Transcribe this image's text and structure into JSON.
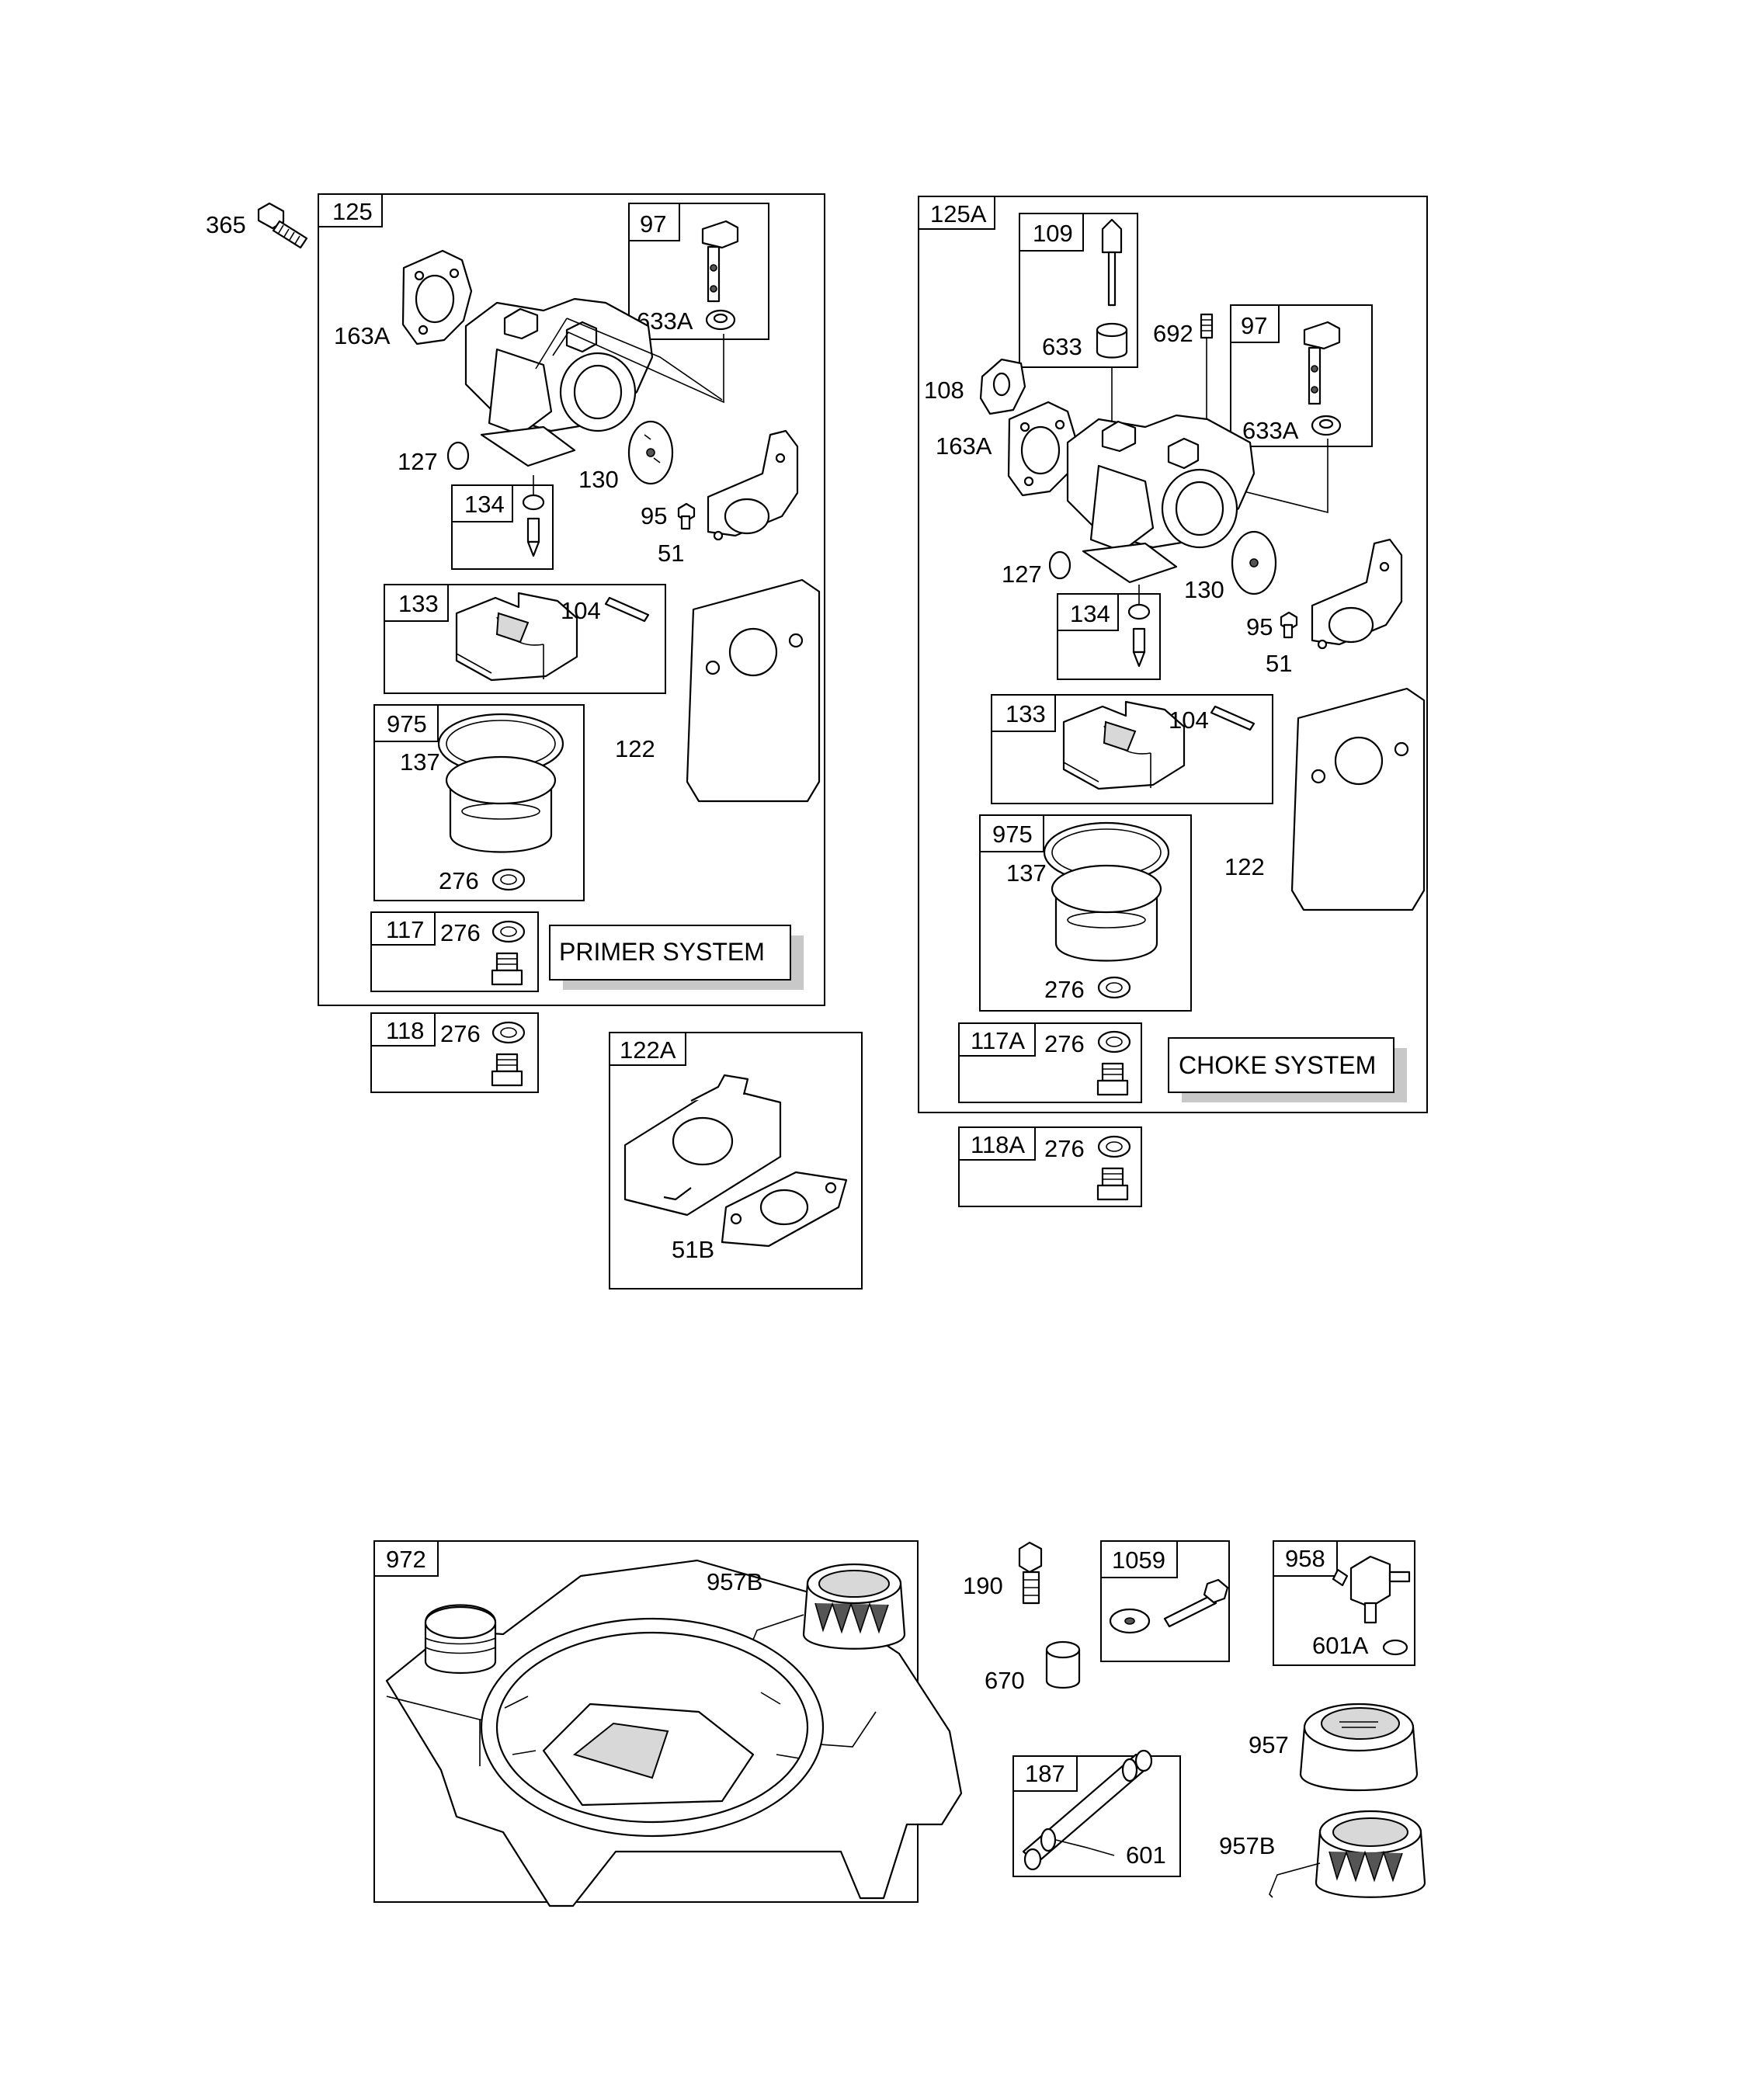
{
  "labels": {
    "p365": "365",
    "box125": "125",
    "box97a": "97",
    "p633A_a": "633A",
    "p163A_a": "163A",
    "p127_a": "127",
    "p130_a": "130",
    "box134a": "134",
    "p95_a": "95",
    "p51_a": "51",
    "box133a": "133",
    "p104_a": "104",
    "box975a": "975",
    "p137_a": "137",
    "p122_a": "122",
    "p276_a1": "276",
    "box117": "117",
    "p276_a2": "276",
    "box118": "118",
    "p276_a3": "276",
    "box122A": "122A",
    "p51B": "51B",
    "box125A": "125A",
    "box109": "109",
    "p633_b": "633",
    "p692": "692",
    "box97b": "97",
    "p633A_b": "633A",
    "p108": "108",
    "p163A_b": "163A",
    "p127_b": "127",
    "p130_b": "130",
    "box134b": "134",
    "p95_b": "95",
    "p51_b": "51",
    "box133b": "133",
    "p104_b": "104",
    "box975b": "975",
    "p137_b": "137",
    "p122_b": "122",
    "p276_b1": "276",
    "box117A": "117A",
    "p276_b2": "276",
    "box118A": "118A",
    "p276_b3": "276",
    "box972": "972",
    "p957B_a": "957B",
    "p190": "190",
    "p670": "670",
    "box1059": "1059",
    "box958": "958",
    "p601A": "601A",
    "p957": "957",
    "box187": "187",
    "p601": "601",
    "p957B_b": "957B"
  },
  "systems": {
    "primer": "PRIMER SYSTEM",
    "choke": "CHOKE SYSTEM"
  }
}
